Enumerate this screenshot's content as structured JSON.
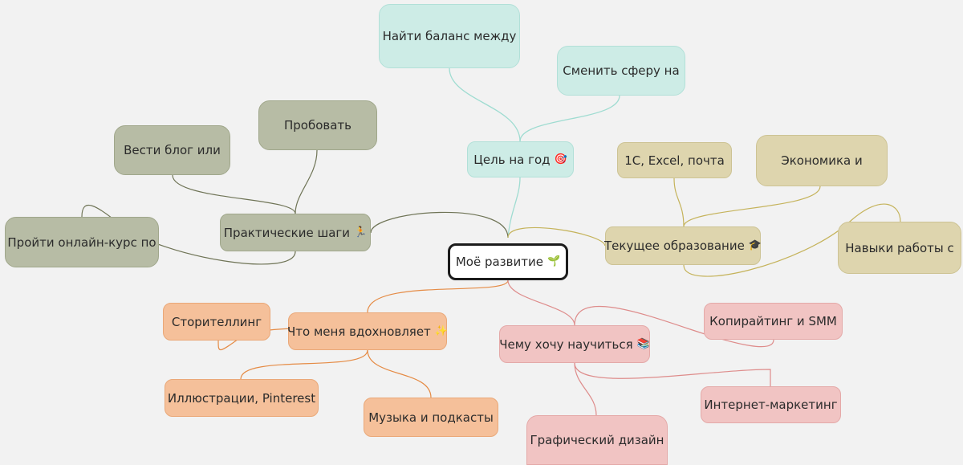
{
  "root": {
    "label": "Моё развитие",
    "icon": "🌱"
  },
  "goal": {
    "label": "Цель на год",
    "icon": "🎯",
    "children": [
      "Найти баланс между",
      "Сменить сферу на"
    ]
  },
  "practice": {
    "label": "Практические шаги",
    "icon": "🏃",
    "children": [
      "Вести блог или",
      "Пробовать",
      "Пройти онлайн-курс по"
    ]
  },
  "education": {
    "label": "Текущее образование",
    "icon": "🎓",
    "children": [
      "1С, Excel, почта",
      "Экономика и",
      "Навыки работы с"
    ]
  },
  "inspiration": {
    "label": "Что меня вдохновляет",
    "icon": "✨",
    "children": [
      "Сторителлинг",
      "Иллюстрации, Pinterest",
      "Музыка и подкасты"
    ]
  },
  "learn": {
    "label": "Чему хочу научиться",
    "icon": "📚",
    "children": [
      "Копирайтинг и SMM",
      "Интернет-маркетинг",
      "Графический дизайн"
    ]
  },
  "colors": {
    "teal": "#cdece6",
    "olive": "#b7bca5",
    "sand": "#ded5ae",
    "orange": "#f5c09a",
    "pink": "#f1c4c3"
  }
}
